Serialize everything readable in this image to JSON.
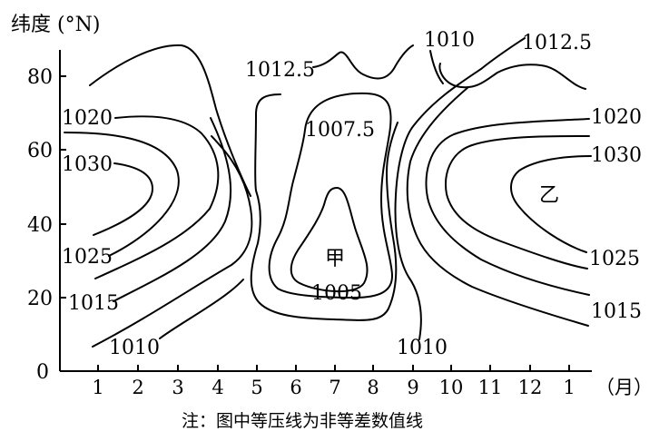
{
  "y_axis": {
    "title": "纬度 (°N)",
    "ticks": [
      "80",
      "60",
      "40",
      "20",
      "0"
    ]
  },
  "x_axis": {
    "ticks": [
      "1",
      "2",
      "3",
      "4",
      "5",
      "6",
      "7",
      "8",
      "9",
      "10",
      "11",
      "12",
      "1"
    ],
    "unit": "（月）"
  },
  "isobar_labels": {
    "left_1020": "1020",
    "left_1030": "1030",
    "left_1025": "1025",
    "left_1015": "1015",
    "bottom_1010_left": "1010",
    "top_1012_5_left": "1012.5",
    "center_1007_5": "1007.5",
    "center_1005": "1005",
    "bottom_1010_mid": "1010",
    "top_1010": "1010",
    "top_1012_5_right": "1012.5",
    "right_1020": "1020",
    "right_1030": "1030",
    "right_1025": "1025",
    "right_1015": "1015"
  },
  "centers": {
    "low": "甲",
    "high": "乙"
  },
  "note": "注：图中等压线为非等差数值线"
}
